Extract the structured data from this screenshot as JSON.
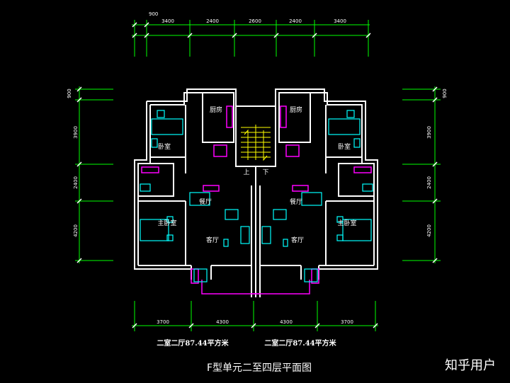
{
  "drawing": {
    "title": "F型单元二至四层平面图",
    "watermark": "知乎用户",
    "captions": [
      "二室二厅87.44平方米",
      "二室二厅87.44平方米"
    ]
  },
  "dimensions": {
    "top_small": "900",
    "top": [
      "3400",
      "2400",
      "2600",
      "2400",
      "3400"
    ],
    "bottom": [
      "3700",
      "4300",
      "4300",
      "3700"
    ],
    "left_small": "900",
    "left": [
      "3900",
      "2400",
      "4200"
    ],
    "right_small": "900",
    "right": [
      "3900",
      "2400",
      "4200"
    ]
  },
  "rooms": {
    "kitchen_l": "厨房",
    "kitchen_r": "厨房",
    "bed_l": "卧室",
    "bed_r": "卧室",
    "stair_up": "上",
    "stair_down": "下",
    "dining_l": "餐厅",
    "dining_r": "餐厅",
    "master_l": "主卧室",
    "master_r": "主卧室",
    "living_l": "客厅",
    "living_r": "客厅"
  },
  "colors": {
    "background": "#000000",
    "wall": "#ffffff",
    "dimension_line": "#00ff00",
    "furniture": "#00ffff",
    "fixture": "#ff00ff",
    "stair": "#ffff00"
  }
}
